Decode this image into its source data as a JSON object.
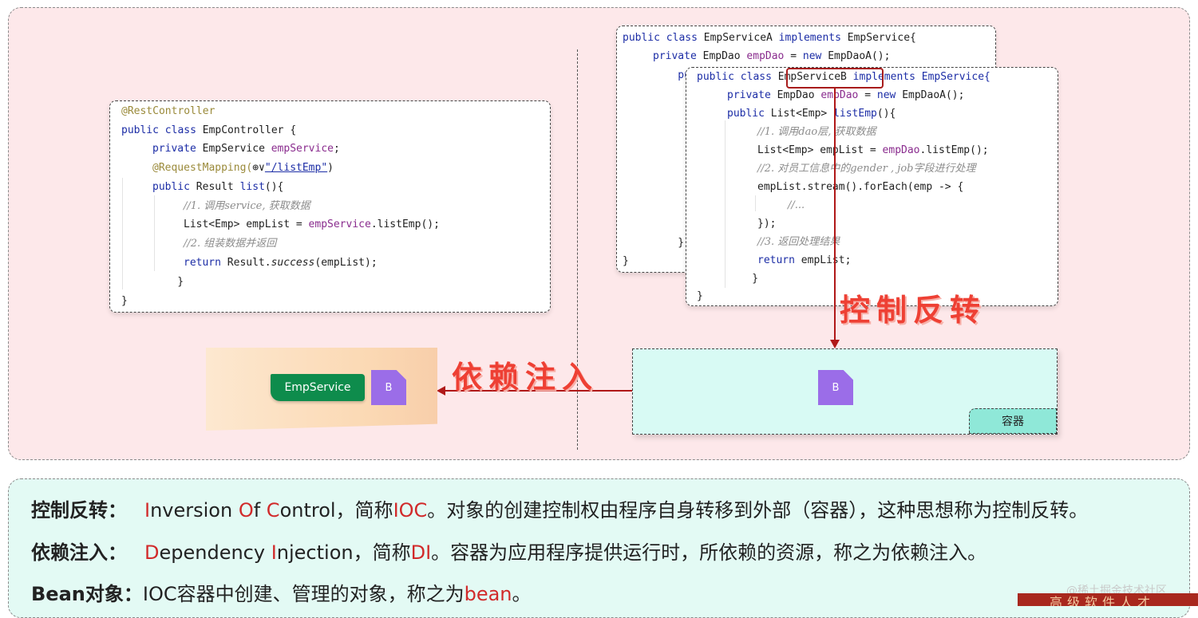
{
  "controller_code": [
    "@RestController",
    "public class EmpController {",
    "    private EmpService empService;",
    "    @RequestMapping(⊕∨\"/listEmp\")",
    "    public Result list(){",
    "        //1. 调用service, 获取数据",
    "        List<Emp> empList = empService.listEmp();",
    "        //2. 组装数据并返回",
    "        return Result.success(empList);",
    "    }",
    "}"
  ],
  "service_a_code": [
    "public class EmpServiceA implements EmpService{",
    "    private EmpDao empDao = new EmpDaoA();",
    "    publ",
    "    }",
    "}"
  ],
  "service_b_code": {
    "line1_prefix": "public class ",
    "class_name": "EmpServiceB",
    "line1_suffix": " implements EmpService{",
    "lines": [
      "    private EmpDao empDao = new EmpDaoA();",
      "    public List<Emp> listEmp(){",
      "        //1. 调用dao层, 获取数据",
      "        List<Emp> empList = empDao.listEmp();",
      "        //2. 对员工信息中的gender , job字段进行处理",
      "        empList.stream().forEach(emp -> {",
      "            //...",
      "        });",
      "        //3. 返回处理结果",
      "        return empList;",
      "    }",
      "}"
    ]
  },
  "labels": {
    "ioc": "控制反转",
    "di": "依赖注入"
  },
  "consumer": {
    "tag": "EmpService",
    "bean": "B"
  },
  "container": {
    "bean": "B",
    "label": "容器"
  },
  "definitions": {
    "ioc": {
      "term": "控制反转：",
      "parts": [
        "I",
        "nversion ",
        "O",
        "f ",
        "C",
        "ontrol，简称",
        "IOC",
        "。对象的创建控制权由程序自身转移到外部（容器），这种思想称为控制反转。"
      ]
    },
    "di": {
      "term": "依赖注入：",
      "parts": [
        "D",
        "ependency ",
        "I",
        "njection，简称",
        "DI",
        "。容器为应用程序提供运行时，所依赖的资源，称之为依赖注入。"
      ]
    },
    "bean": {
      "term": "Bean对象：",
      "parts": [
        "IOC容器中创建、管理的对象，称之为",
        "bean",
        "。"
      ]
    }
  },
  "watermark": "@稀土掘金技术社区",
  "bottom_strip": "高级软件人才",
  "colors": {
    "accent_red": "#d12a2a",
    "arrow": "#b01818",
    "tag_green": "#0e8c4c",
    "bean_purple": "#9b6de8",
    "container_bg": "#d8faf4"
  }
}
